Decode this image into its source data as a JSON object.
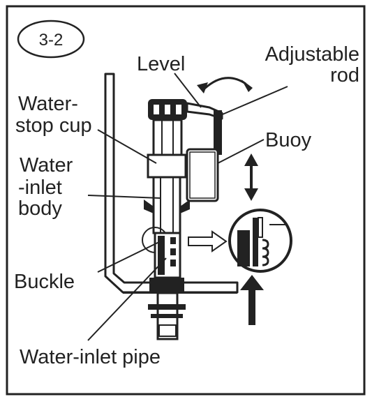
{
  "badge": "3-2",
  "labels": {
    "level": "Level",
    "adjustable_1": "Adjustable",
    "adjustable_2": "rod",
    "waterstop_1": "Water-",
    "waterstop_2": "stop cup",
    "buoy": "Buoy",
    "inlet_body_1": "Water",
    "inlet_body_2": "-inlet",
    "inlet_body_3": "body",
    "buckle": "Buckle",
    "inlet_pipe": "Water-inlet pipe"
  },
  "colors": {
    "ink": "#222222",
    "background": "#ffffff"
  }
}
